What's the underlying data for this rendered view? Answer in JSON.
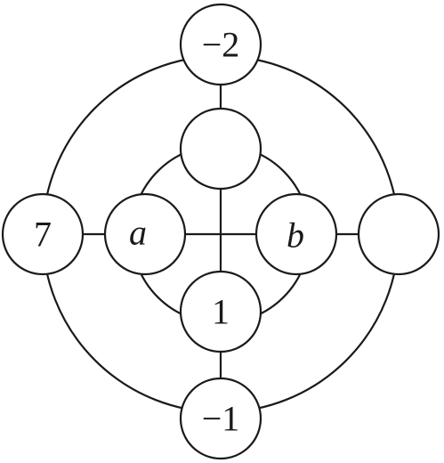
{
  "diagram": {
    "nodes": {
      "top_outer": "−2",
      "top_inner": "",
      "left_outer": "7",
      "left_inner": "a",
      "right_inner": "b",
      "right_outer": "",
      "bottom_inner": "1",
      "bottom_outer": "−1"
    }
  }
}
